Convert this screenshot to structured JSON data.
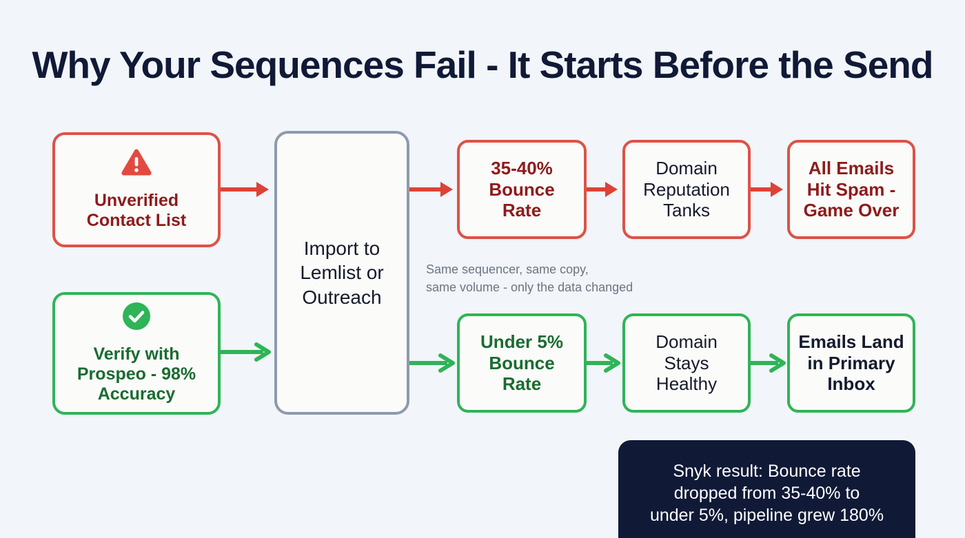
{
  "title": "Why Your Sequences Fail - It Starts Before the Send",
  "colors": {
    "background": "#f2f5f9",
    "title": "#101a37",
    "bad_border": "#dd5247",
    "bad_text": "#8e1b1b",
    "good_border": "#2fb457",
    "good_text": "#1a6b31",
    "neutral_border": "#8e9aad",
    "neutral_text": "#161a2b",
    "note_text": "#6b7585",
    "callout_bg": "#101a37",
    "callout_text": "#ffffff"
  },
  "sources": [
    {
      "id": "unverified",
      "icon": "warning-triangle-icon",
      "label": "Unverified\nContact List",
      "style": "red",
      "weight": "bold"
    },
    {
      "id": "verified",
      "icon": "check-circle-icon",
      "label": "Verify with\nProspeo - 98%\nAccuracy",
      "style": "green",
      "weight": "bold"
    }
  ],
  "center": {
    "id": "import",
    "label": "Import to\nLemlist or\nOutreach",
    "style": "neutral"
  },
  "fail_path": [
    {
      "id": "bounce-high",
      "label": "35-40%\nBounce\nRate",
      "style": "red",
      "weight": "bold"
    },
    {
      "id": "domain-tank",
      "label": "Domain\nReputation\nTanks",
      "style": "red",
      "weight": "normal"
    },
    {
      "id": "spam",
      "label": "All Emails\nHit Spam -\nGame Over",
      "style": "red",
      "weight": "bold"
    }
  ],
  "success_path": [
    {
      "id": "bounce-low",
      "label": "Under 5%\nBounce\nRate",
      "style": "green",
      "weight": "bold"
    },
    {
      "id": "domain-healthy",
      "label": "Domain\nStays\nHealthy",
      "style": "green",
      "weight": "normal"
    },
    {
      "id": "inbox",
      "label": "Emails Land\nin Primary\nInbox",
      "style": "green",
      "weight": "dark"
    }
  ],
  "note": "Same sequencer, same copy,\nsame volume - only the data changed",
  "result_callout": "Snyk result: Bounce rate\ndropped from 35-40% to\nunder 5%, pipeline grew 180%"
}
